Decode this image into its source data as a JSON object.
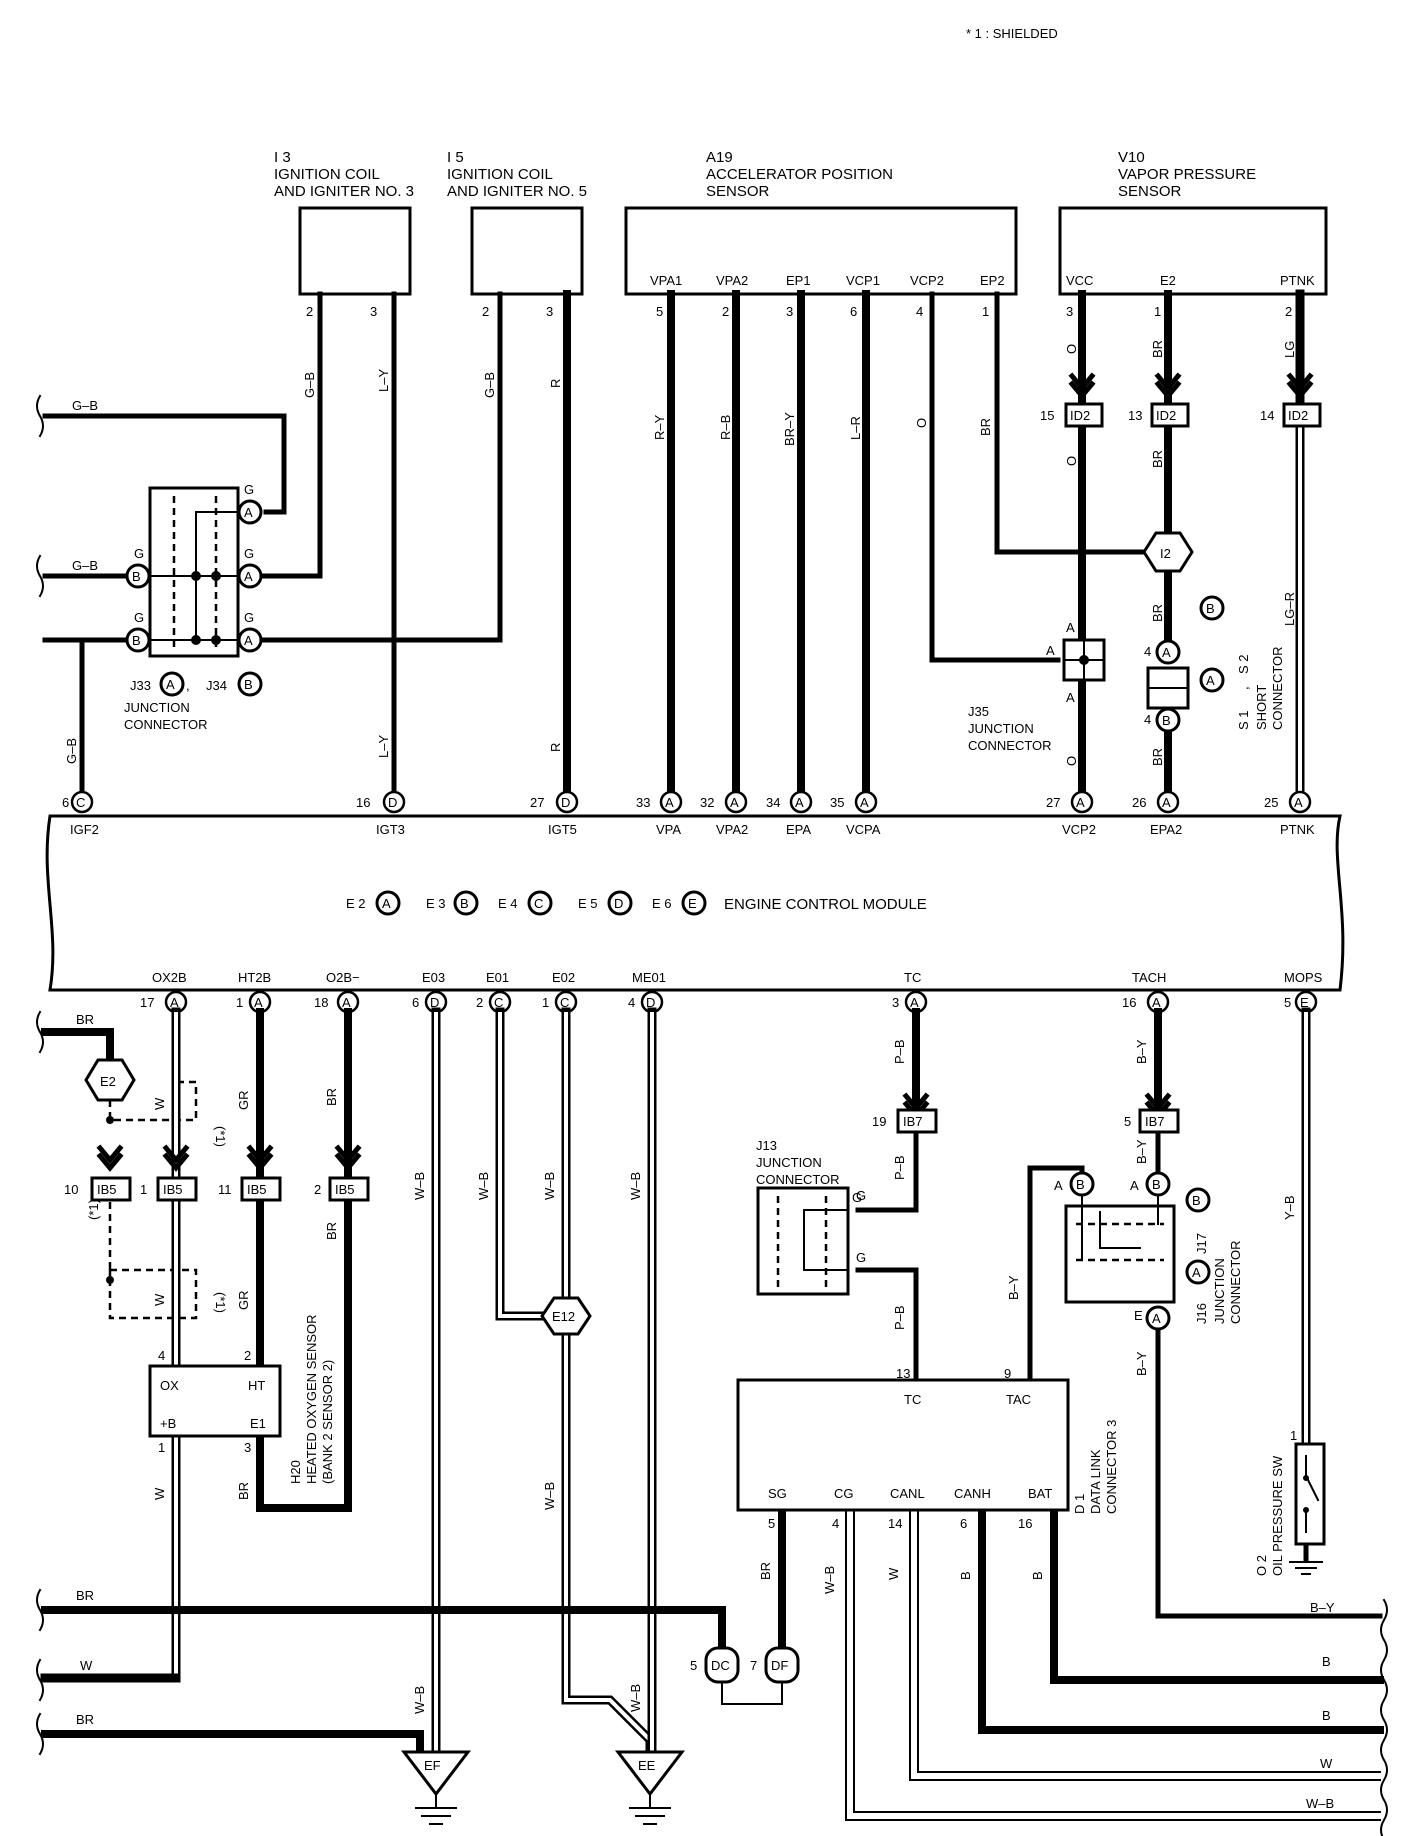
{
  "note": "* 1 : SHIELDED",
  "components": {
    "i3": {
      "id": "I 3",
      "line1": "IGNITION COIL",
      "line2": "AND IGNITER NO. 3"
    },
    "i5": {
      "id": "I 5",
      "line1": "IGNITION COIL",
      "line2": "AND IGNITER NO. 5"
    },
    "a19": {
      "id": "A19",
      "line1": "ACCELERATOR POSITION",
      "line2": "SENSOR",
      "pins": [
        "VPA1",
        "VPA2",
        "EP1",
        "VCP1",
        "VCP2",
        "EP2"
      ]
    },
    "v10": {
      "id": "V10",
      "line1": "VAPOR PRESSURE",
      "line2": "SENSOR",
      "pins": [
        "VCC",
        "E2",
        "PTNK"
      ]
    },
    "j33": {
      "label": "J33",
      "sep": ",",
      "j34": "J34",
      "line1": "JUNCTION",
      "line2": "CONNECTOR"
    },
    "j35": {
      "id": "J35",
      "line1": "JUNCTION",
      "line2": "CONNECTOR"
    },
    "s1": {
      "text": "S 1",
      "sep": ",",
      "s2": "S 2",
      "line1": "SHORT",
      "line2": "CONNECTOR"
    },
    "j13": {
      "id": "J13",
      "line1": "JUNCTION",
      "line2": "CONNECTOR"
    },
    "j16": {
      "id": "J16",
      "sep": ",",
      "j17": "J17",
      "line1": "JUNCTION",
      "line2": "CONNECTOR"
    },
    "h20": {
      "id": "H20",
      "line1": "HEATED OXYGEN SENSOR",
      "line2": "(BANK 2 SENSOR 2)",
      "pins": [
        "OX",
        "HT",
        "+B",
        "E1"
      ]
    },
    "d1": {
      "id": "D 1",
      "line1": "DATA LINK",
      "line2": "CONNECTOR 3",
      "pins": [
        "TC",
        "TAC",
        "SG",
        "CG",
        "CANL",
        "CANH",
        "BAT"
      ]
    },
    "o2": {
      "id": "O 2",
      "line1": "OIL PRESSURE SW"
    }
  },
  "ecm": {
    "title": "ENGINE CONTROL MODULE",
    "connectors": [
      "E 2",
      "E 3",
      "E 4",
      "E 5",
      "E 6"
    ],
    "connector_letters": [
      "A",
      "B",
      "C",
      "D",
      "E"
    ],
    "top_pins": [
      "IGF2",
      "IGT3",
      "IGT5",
      "VPA",
      "VPA2",
      "EPA",
      "VCPA",
      "VCP2",
      "EPA2",
      "PTNK"
    ],
    "bottom_pins": [
      "OX2B",
      "HT2B",
      "O2B−",
      "E03",
      "E01",
      "E02",
      "ME01",
      "TC",
      "TACH",
      "MOPS"
    ]
  },
  "wire_colors": {
    "gb": "G–B",
    "ly": "L–Y",
    "r": "R",
    "ry": "R–Y",
    "rb": "R–B",
    "bry": "BR–Y",
    "lr": "L–R",
    "o": "O",
    "br": "BR",
    "lg": "LG",
    "lgr": "LG–R",
    "w": "W",
    "gr": "GR",
    "wb": "W–B",
    "pb": "P–B",
    "by": "B–Y",
    "yb": "Y–B",
    "b": "B",
    "g": "G"
  },
  "junctions": {
    "id2": "ID2",
    "ib5": "IB5",
    "ib7": "IB7",
    "i2": "I2",
    "e2": "E2",
    "e12": "E12",
    "dc": "DC",
    "df": "DF",
    "ef": "EF",
    "ee": "EE",
    "shield": "(*1)"
  },
  "pin_numbers": {
    "n1": "1",
    "n2": "2",
    "n3": "3",
    "n4": "4",
    "n5": "5",
    "n6": "6",
    "n7": "7",
    "n9": "9",
    "n10": "10",
    "n11": "11",
    "n13": "13",
    "n14": "14",
    "n15": "15",
    "n16": "16",
    "n17": "17",
    "n18": "18",
    "n19": "19",
    "n25": "25",
    "n26": "26",
    "n27": "27",
    "n32": "32",
    "n33": "33",
    "n34": "34",
    "n35": "35"
  },
  "letters": {
    "a": "A",
    "b": "B",
    "c": "C",
    "d": "D",
    "e": "E",
    "g": "G"
  }
}
